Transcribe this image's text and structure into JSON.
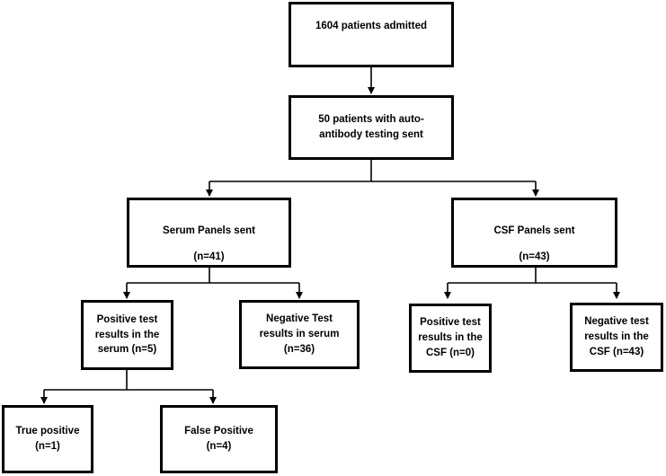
{
  "nodes": {
    "admitted": {
      "lines": [
        "1604 patients admitted"
      ]
    },
    "testing": {
      "lines": [
        "50 patients with auto-",
        "antibody testing sent"
      ]
    },
    "serum_panels": {
      "title": "Serum Panels sent",
      "count": "(n=41)"
    },
    "csf_panels": {
      "title": "CSF Panels sent",
      "count": "(n=43)"
    },
    "serum_positive": {
      "lines": [
        "Positive test",
        "results in the",
        "serum (n=5)"
      ]
    },
    "serum_negative": {
      "lines": [
        "Negative Test",
        "results in serum",
        "(n=36)"
      ]
    },
    "csf_positive": {
      "lines": [
        "Positive test",
        "results in the",
        "CSF (n=0)"
      ]
    },
    "csf_negative": {
      "lines": [
        "Negative test",
        "results in the",
        "CSF (n=43)"
      ]
    },
    "true_positive": {
      "lines": [
        "True positive",
        "(n=1)"
      ]
    },
    "false_positive": {
      "lines": [
        "False Positive",
        "(n=4)"
      ]
    }
  },
  "colors": {
    "stroke": "#000000",
    "background": "#ffffff"
  }
}
